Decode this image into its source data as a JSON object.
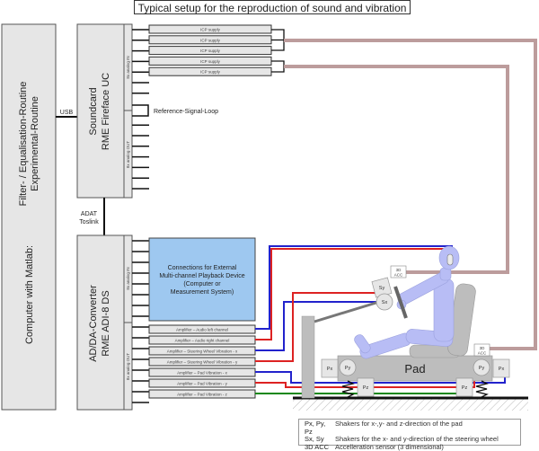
{
  "title": "Typical setup for the reproduction of sound and vibration",
  "computer": {
    "label": "Computer with Matlab:",
    "routine_line1": "Filter- / Equalisation-Routine",
    "routine_line2": "Experimental-Routine"
  },
  "connections": {
    "usb": "USB",
    "adat_line1": "ADAT",
    "adat_line2": "Toslink",
    "reference_loop": "Reference-Signal-Loop"
  },
  "soundcard": {
    "line1": "Soundcard",
    "line2": "RME Fireface UC",
    "in_label": "8x analog IN",
    "out_label": "8x analog OUT"
  },
  "converter": {
    "line1": "AD/DA-Converter",
    "line2": "RME ADI-8 DS",
    "in_label": "8x analog IN",
    "out_label": "8x analog OUT"
  },
  "icp_supplies": [
    "ICP supply",
    "ICP supply",
    "ICP supply",
    "ICP supply",
    "ICP supply"
  ],
  "external_device": {
    "line1": "Connections for External",
    "line2": "Multi-channel Playback Device",
    "line3": "(Computer or",
    "line4": "Measurement System)",
    "color": "#9ec8f0"
  },
  "amplifiers": [
    {
      "label": "Amplifier – Audio left channel",
      "wire": "#2222cc"
    },
    {
      "label": "Amplifier – Audio right channel",
      "wire": "#dd2222"
    },
    {
      "label": "Amplifier – Steering Wheel Vibration - x",
      "wire": "#2222cc"
    },
    {
      "label": "Amplifier – Steering Wheel Vibration - y",
      "wire": "#dd2222"
    },
    {
      "label": "Amplifier – Pad Vibration - x",
      "wire": "#2222cc"
    },
    {
      "label": "Amplifier – Pad Vibration - y",
      "wire": "#dd2222"
    },
    {
      "label": "Amplifier – Pad Vibration - z",
      "wire": "#118811"
    }
  ],
  "rig": {
    "pad": "Pad",
    "px": "Px",
    "py": "Py",
    "pz": "Pz",
    "sx": "Sx",
    "sy": "Sy",
    "acc_line1": "3D",
    "acc_line2": "ACC",
    "person_color": "#b8bdf5",
    "sensor_cable_color": "#bc9c9c"
  },
  "legend": [
    {
      "key": "Px, Py, Pz",
      "desc": "Shakers for x-,y- and z-direction of the pad"
    },
    {
      "key": "Sx, Sy",
      "desc": "Shakers for the x- and y-direction of the steering wheel"
    },
    {
      "key": "3D  ACC",
      "desc": "Accelleration sensor (3 dimensional)"
    }
  ]
}
